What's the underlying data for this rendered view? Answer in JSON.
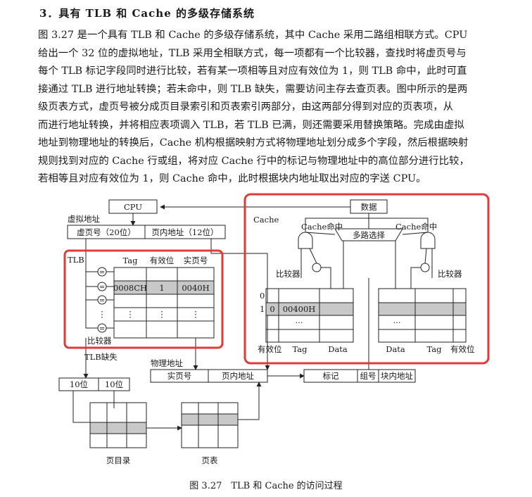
{
  "heading": "3．具有 TLB 和 Cache 的多级存储系统",
  "paragraph_lines": [
    "图 3.27 是一个具有 TLB 和 Cache 的多级存储系统，其中 Cache 采用二路组相联方式。CPU",
    "给出一个 32 位的虚拟地址，TLB 采用全相联方式，每一项都有一个比较器，查找时将虚页号与",
    "每个 TLB 标记字段同时进行比较，若有某一项相等且对应有效位为 1，则 TLB 命中，此时可直",
    "接通过 TLB 进行地址转换；若未命中，则 TLB 缺失，需要访问主存去查页表。图中所示的是两",
    "级页表方式，虚页号被分成页目录索引和页表索引两部分，由这两部分得到对应的页表项，从",
    "而进行地址转换，并将相应表项调入 TLB，若 TLB 已满，则还需要采用替换策略。完成由虚拟",
    "地址到物理地址的转换后，Cache 机构根据映射方式将物理地址划分成多个字段，然后根据映射",
    "规则找到对应的 Cache 行或组，将对应 Cache 行中的标记与物理地址中的高位部分进行比较，",
    "若相等且对应有效位为 1，则 Cache 命中，此时根据块内地址取出对应的字送 CPU。"
  ],
  "figure": {
    "cpu": "CPU",
    "virtual_address_label": "虚拟地址",
    "virtual_page_field": "虚页号（20位）",
    "page_offset_field": "页内地址（12位）",
    "tlb_label": "TLB",
    "tlb_headers": [
      "Tag",
      "有效位",
      "实页号"
    ],
    "tlb_row": [
      "0008CH",
      "1",
      "0040H"
    ],
    "comparator_symbol": "=",
    "vertical_dots": "⋮",
    "comparator_label": "比较器",
    "tlb_miss_label": "TLB缺失",
    "dir_bits": "10位",
    "table_bits": "10位",
    "physical_address_label": "物理地址",
    "real_page_field": "实页号",
    "phys_offset_field": "页内地址",
    "page_directory_label": "页目录",
    "page_table_label": "页表",
    "cache_label": "Cache",
    "data_out": "数据",
    "mux_label": "多路选择",
    "cache_hit_left": "Cache命中",
    "cache_hit_right": "Cache命中",
    "comparator_left": "比较器",
    "comparator_right": "比较器",
    "set0_index": "0",
    "set1_index": "1",
    "cache_row_valid": "0",
    "cache_row_tag": "00400H",
    "ellipsis": "···",
    "left_way_cols": [
      "有效位",
      "Tag",
      "Data"
    ],
    "right_way_cols": [
      "Data",
      "Tag",
      "有效位"
    ],
    "tag_field": "标记",
    "set_field": "组号",
    "block_offset_field": "块内地址"
  },
  "caption": "图 3.27　TLB 和 Cache 的访问过程",
  "colors": {
    "highlight_box": "#e03a3a",
    "row_shade": "#c8c8c8"
  }
}
